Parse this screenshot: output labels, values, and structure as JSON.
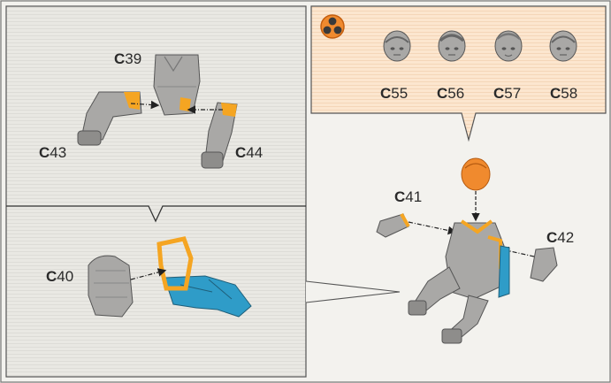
{
  "labels": {
    "c39": "39",
    "c43": "43",
    "c44": "44",
    "c40": "40",
    "c41": "41",
    "c42": "42",
    "c55": "55",
    "c56": "56",
    "c57": "57",
    "c58": "58"
  },
  "label_prefix": "C",
  "icons": {
    "options": "three-head-options-icon"
  },
  "colors": {
    "panel_bg": "#e7e6e1",
    "callout_bg": "#fbe4cc",
    "grey_part": "#a9a8a6",
    "orange_part": "#f5a522",
    "blue_part": "#2f9cc8",
    "orange_head": "#f08a2e"
  }
}
